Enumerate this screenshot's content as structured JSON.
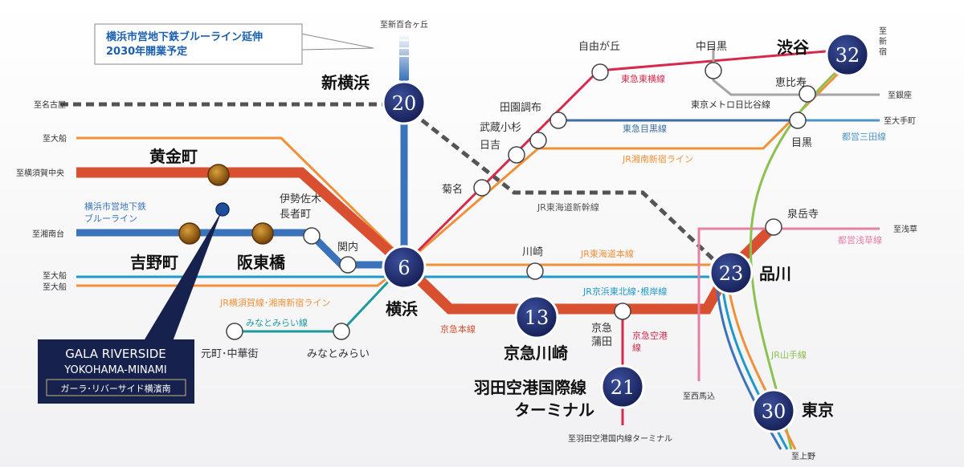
{
  "callout": {
    "line1": "横浜市営地下鉄ブルーライン延伸",
    "line2": "2030年開業予定"
  },
  "hubs": {
    "shin_yokohama": {
      "name": "新横浜",
      "minutes": "20"
    },
    "yokohama": {
      "name": "横浜",
      "minutes": "6"
    },
    "keikyu_kawasaki": {
      "name": "京急川崎",
      "minutes": "13"
    },
    "haneda": {
      "name_line1": "羽田空港国際線",
      "name_line2": "ターミナル",
      "minutes": "21"
    },
    "shinagawa": {
      "name": "品川",
      "minutes": "23"
    },
    "shibuya": {
      "name": "渋谷",
      "minutes": "32"
    },
    "tokyo": {
      "name": "東京",
      "minutes": "30"
    }
  },
  "local_stations": {
    "koganecho": "黄金町",
    "yoshinocho": "吉野町",
    "maitohbashi": "阪東橋",
    "isezakichojamachi_1": "伊勢佐木",
    "isezakichojamachi_2": "長者町",
    "kannai": "関内",
    "kikuna": "菊名",
    "hiyoshi": "日吉",
    "musashikosugi": "武蔵小杉",
    "denenchofu": "田園調布",
    "jiyugaoka": "自由が丘",
    "nakameguro": "中目黒",
    "ebisu": "恵比寿",
    "meguro": "目黒",
    "sengakuji": "泉岳寺",
    "kawasaki": "川崎",
    "keikyu_kamata_1": "京急",
    "keikyu_kamata_2": "蒲田",
    "motomachi": "元町･中華街",
    "minatomirai": "みなとみらい"
  },
  "directions": {
    "shinyurigaoka": "至新百合ヶ丘",
    "nagoya": "至名古屋",
    "ofuna_top": "至大船",
    "yokosuka_chuo": "至横須賀中央",
    "shonandai": "至湘南台",
    "ofuna_1": "至大船",
    "ofuna_2": "至大船",
    "shinjuku_1": "至",
    "shinjuku_2": "新",
    "shinjuku_3": "宿",
    "ginza": "至銀座",
    "otemachi": "至大手町",
    "asakusa": "至浅草",
    "nishi_umagome": "至西馬込",
    "haneda_domestic": "至羽田空港国内線ターミナル",
    "ueno": "至上野"
  },
  "line_labels": {
    "blue_line_1": "横浜市営地下鉄",
    "blue_line_2": "ブルーライン",
    "tokyu_toyoko": "東急東横線",
    "hibiya": "東京メトロ日比谷線",
    "tokyu_meguro": "東急目黒線",
    "mita": "都営三田線",
    "shonan_shinjuku": "JR湘南新宿ライン",
    "tokaido_shinkansen": "JR東海道新幹線",
    "asakusa_line": "都営浅草線",
    "tokaido": "JR東海道本線",
    "keihin_tohoku": "JR京浜東北線･根岸線",
    "yokosuka_shonan": "JR横須賀線･湘南新宿ライン",
    "minatomirai_line": "みなとみらい線",
    "keikyu_main": "京急本線",
    "keikyu_airport_1": "京急空港",
    "keikyu_airport_2": "線",
    "yamanote": "JR山手線"
  },
  "logo": {
    "line1": "GALA RIVERSIDE",
    "line2": "YOKOHAMA-MINAMI",
    "line3": "ガーラ･リバーサイド横濱南"
  },
  "colors": {
    "keikyu": "#d8502f",
    "blue_line": "#3a73ba",
    "shonan": "#f0913a",
    "tokyu_toyoko": "#d62a4d",
    "hibiya": "#a4a4a4",
    "tokyu_meguro": "#3b6fa5",
    "mita": "#4f94c8",
    "keihin_tohoku": "#1e9ac8",
    "yamanote": "#8cc152",
    "asakusa": "#e57fa6",
    "minatomirai": "#1d9a9b",
    "hub_circle": "#1e2c6c"
  }
}
